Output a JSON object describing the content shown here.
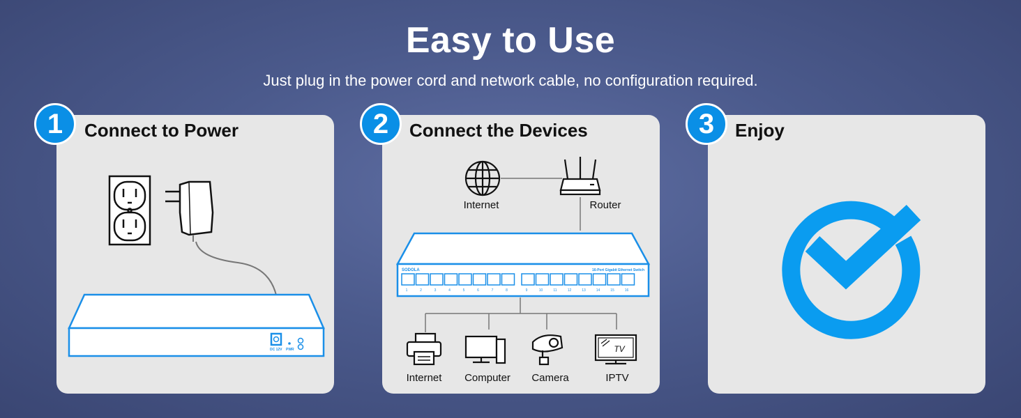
{
  "header": {
    "title": "Easy to Use",
    "subtitle": "Just plug in the power cord and network cable, no configuration required."
  },
  "steps": [
    {
      "number": "1",
      "title": "Connect to Power",
      "device_labels": {
        "dc": "DC 12V",
        "pwr": "PWR"
      }
    },
    {
      "number": "2",
      "title": "Connect the Devices",
      "top_nodes": {
        "internet": "Internet",
        "router": "Router"
      },
      "switch_brand": "SODOLA",
      "switch_model": "16-Port Gigabit Ethernet Switch",
      "port_numbers": [
        "1",
        "2",
        "3",
        "4",
        "5",
        "6",
        "7",
        "8",
        "9",
        "10",
        "11",
        "12",
        "13",
        "14",
        "15",
        "16"
      ],
      "bottom_devices": [
        "Internet",
        "Computer",
        "Camera",
        "IPTV"
      ],
      "tv_label": "TV"
    },
    {
      "number": "3",
      "title": "Enjoy"
    }
  ],
  "colors": {
    "accent": "#0a8fe6",
    "card": "#e7e7e7",
    "switch_blue": "#1a8fe8"
  }
}
